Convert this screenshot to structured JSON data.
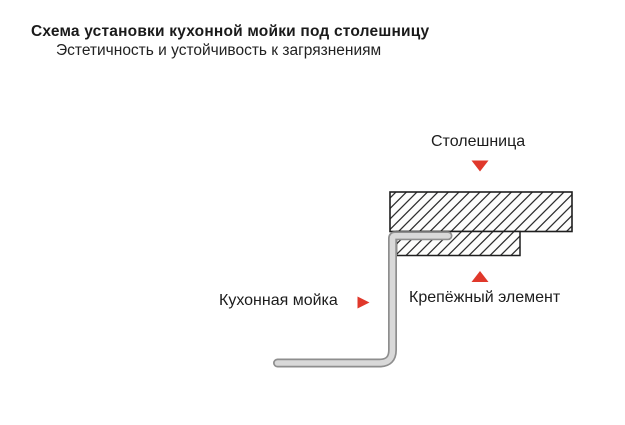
{
  "header": {
    "title": "Схема установки кухонной мойки под столешницу",
    "subtitle": "Эстетичность и устойчивость к загрязнениям"
  },
  "diagram": {
    "labels": {
      "countertop": "Столешница",
      "sink": "Кухонная мойка",
      "fastener": "Крепёжный элемент"
    },
    "icons": {
      "countertop_marker": "arrow-down-icon",
      "sink_marker": "arrow-right-icon",
      "fastener_marker": "arrow-up-icon"
    },
    "colors": {
      "arrow": "#e0382b",
      "hatch_line": "#2e2e2e",
      "section_outline": "#1f1f1f",
      "section_fill": "#fdfdfc",
      "sink_edge": "#8e8e8e",
      "sink_fill": "#d9d9d9",
      "background": "#ffffff",
      "text": "#1a1a1a"
    }
  }
}
